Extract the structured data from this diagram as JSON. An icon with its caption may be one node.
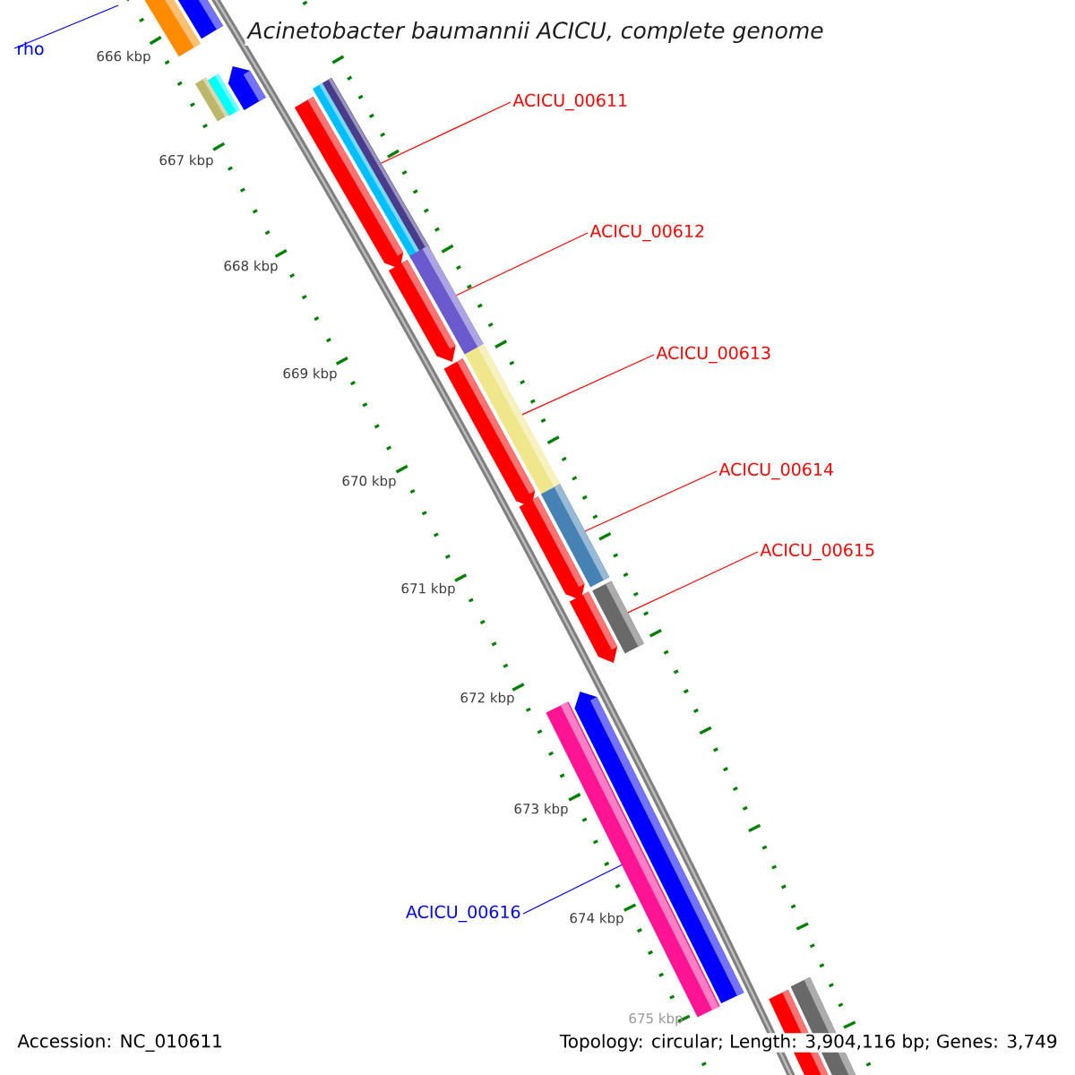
{
  "diagram": {
    "title": "Acinetobacter baumannii ACICU, complete genome",
    "nodes": [
      {
        "text": [
          "rho"
        ]
      },
      {
        "text": [
          "ACICU_00611"
        ]
      },
      {
        "text": [
          "ACICU_00612"
        ]
      },
      {
        "text": [
          "ACICU_00613"
        ]
      },
      {
        "text": [
          "ACICU_00614"
        ]
      },
      {
        "text": [
          "ACICU_00615"
        ]
      },
      {
        "text": [
          "ACICU_00616"
        ]
      },
      {
        "text": [],
        "shape": "bar"
      },
      {
        "text": [],
        "shape": "bar"
      },
      {
        "text": [],
        "shape": "bar"
      },
      {
        "text": [],
        "shape": "bar"
      },
      {
        "text": [],
        "shape": "bar"
      },
      {
        "text": [],
        "shape": "bar"
      }
    ],
    "edges": [
      {
        "from": 0,
        "to": null,
        "arrow": "none",
        "color": "#0000ff"
      },
      {
        "from": 1,
        "to": 7,
        "arrow": "none"
      },
      {
        "from": 2,
        "to": 8,
        "arrow": "none"
      },
      {
        "from": 3,
        "to": 9,
        "arrow": "none"
      },
      {
        "from": 4,
        "to": 10,
        "arrow": "none"
      },
      {
        "from": 5,
        "to": 11,
        "arrow": "none"
      },
      {
        "from": 6,
        "to": 12,
        "arrow": "none",
        "color": "#0000ff"
      }
    ],
    "labels": [
      "666 kbp",
      "667 kbp",
      "668 kbp",
      "669 kbp",
      "670 kbp",
      "671 kbp",
      "672 kbp",
      "673 kbp",
      "674 kbp",
      "675 kbp",
      "Accession: NC_010611",
      "Topology: circular; Length: 3,904,116 bp; Genes: 3,749"
    ]
  }
}
